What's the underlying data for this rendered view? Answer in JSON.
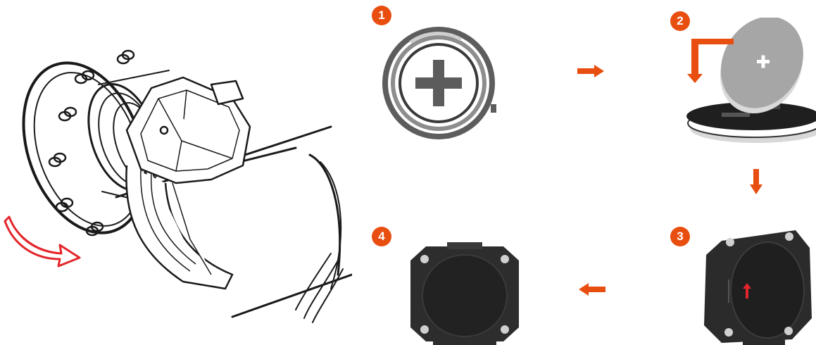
{
  "colors": {
    "accent": "#e84e0f",
    "rotate_arrow": "#e3262b",
    "line_art": "#1a1a1a",
    "sensor_body": "#2c2c2c",
    "battery_gray": "#9a9a9a"
  },
  "steps": [
    {
      "number": "1",
      "icon": "battery-cover-plus-icon"
    },
    {
      "number": "2",
      "icon": "coin-battery-insert-icon"
    },
    {
      "number": "3",
      "icon": "sensor-cover-rotate-icon"
    },
    {
      "number": "4",
      "icon": "sensor-assembled-icon"
    }
  ],
  "flow": [
    "arrow-right",
    "arrow-down",
    "arrow-left"
  ],
  "main_illustration": {
    "icon": "sensor-mounted-on-hub-icon",
    "rotation_indicator": "rotate-arrow-icon"
  }
}
